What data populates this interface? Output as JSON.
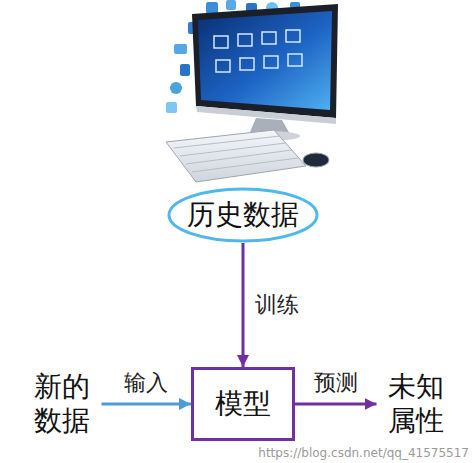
{
  "diagram": {
    "nodes": [
      {
        "text": [
          "历史数据"
        ]
      },
      {
        "text": [
          "新的 数据"
        ]
      },
      {
        "text": [
          "模型"
        ]
      },
      {
        "text": [
          "未知 属性"
        ]
      }
    ],
    "edges": [
      {
        "from": 0,
        "to": 2,
        "label": "训练",
        "arrow": "to"
      },
      {
        "from": 1,
        "to": 2,
        "label": "输入",
        "arrow": "to"
      },
      {
        "from": 2,
        "to": 3,
        "label": "预测",
        "arrow": "to"
      }
    ],
    "labels": [
      "https://blog.csdn.net/qq_41575517"
    ]
  }
}
